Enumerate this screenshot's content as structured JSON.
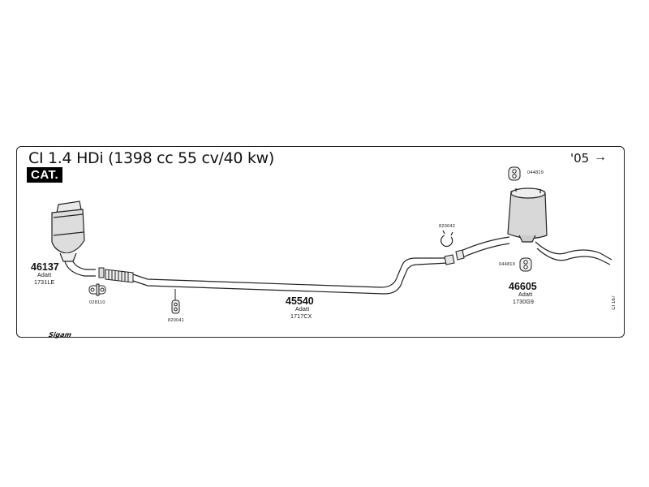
{
  "diagram": {
    "title": "CI 1.4 HDi (1398 cc 55 cv/40 kw)",
    "badge": "CAT.",
    "year": "'05",
    "arrow": "→",
    "ref_code": "CI 167",
    "brand": "Sigam",
    "parts": [
      {
        "number": "46137",
        "lines": [
          "Adatt",
          "1731LE"
        ]
      },
      {
        "number": "45540",
        "lines": [
          "Adatt",
          "1717CX"
        ]
      },
      {
        "number": "46605",
        "lines": [
          "Adatt",
          "1730G9"
        ]
      }
    ],
    "small_parts": {
      "gasket": "028110",
      "clamp_front": "820041",
      "clamp_rear": "820042",
      "mount_top": "044819",
      "mount_bottom": "044819"
    }
  }
}
